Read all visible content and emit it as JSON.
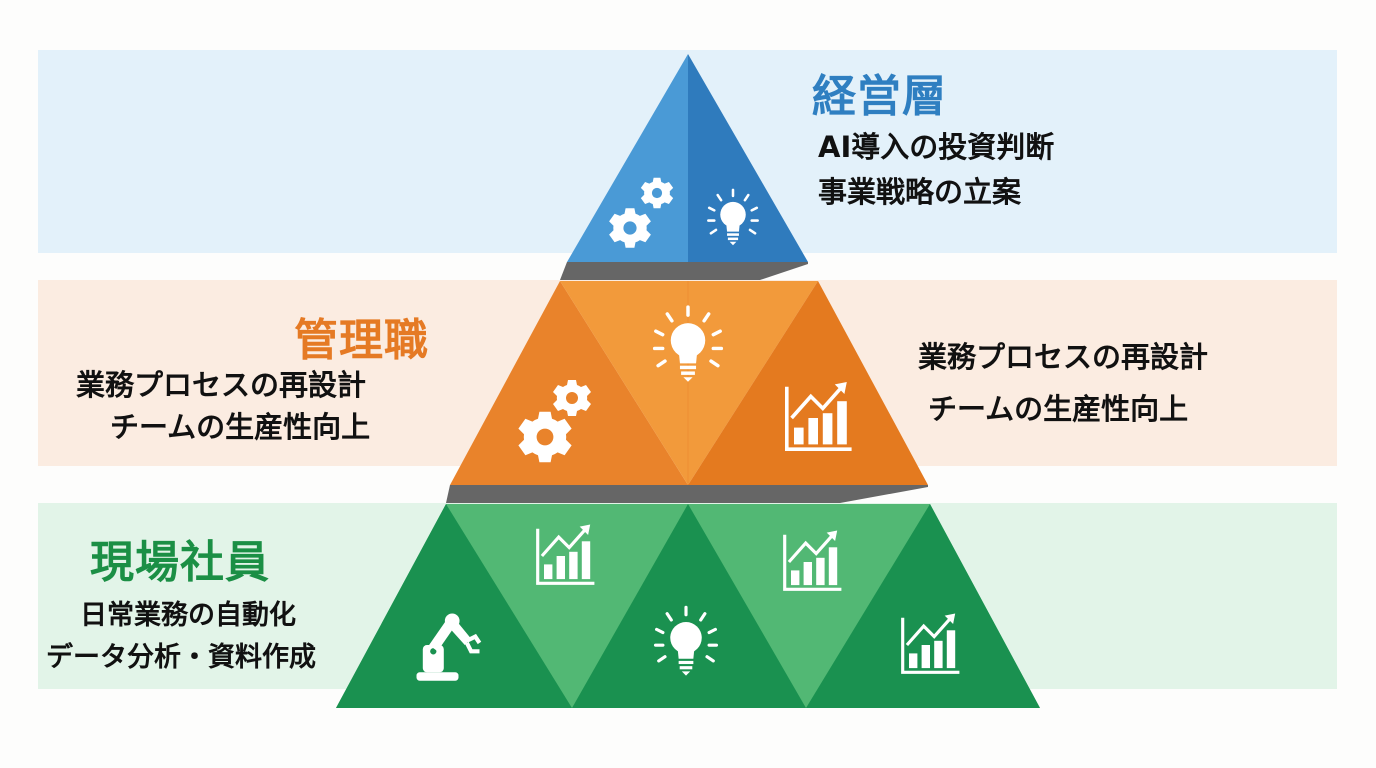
{
  "diagram": {
    "type": "pyramid",
    "colors": {
      "executive": "#3a8bd0",
      "manager": "#ec8a2c",
      "staff": "#1e9650",
      "shadow": "#666666",
      "band_executive": "#e3f1fa",
      "band_manager": "#fbece1",
      "band_staff": "#e2f4e8"
    },
    "tiers": [
      {
        "id": "executive",
        "title": "経営層",
        "lines": [
          "AI導入の投資判断",
          "事業戦略の立案"
        ],
        "icons": [
          "gears-icon",
          "lightbulb-icon"
        ]
      },
      {
        "id": "manager",
        "title": "管理職",
        "lines_left": [
          "業務プロセスの再設計",
          "チームの生産性向上"
        ],
        "lines_right": [
          "業務プロセスの再設計",
          "チームの生産性向上"
        ],
        "icons": [
          "gears-icon",
          "lightbulb-icon",
          "growth-chart-icon"
        ]
      },
      {
        "id": "staff",
        "title": "現場社員",
        "lines": [
          "日常業務の自動化",
          "データ分析・資料作成"
        ],
        "icons": [
          "robot-arm-icon",
          "growth-chart-icon",
          "lightbulb-icon",
          "growth-chart-icon",
          "growth-chart-icon"
        ]
      }
    ]
  }
}
